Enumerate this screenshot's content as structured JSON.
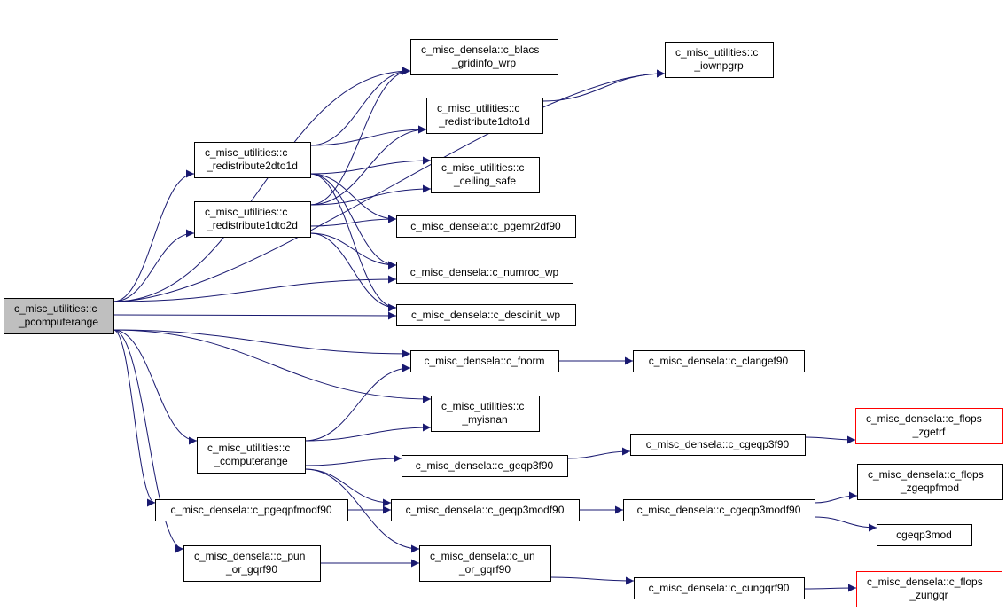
{
  "colors": {
    "edge": "#191970",
    "root_fill": "#bfbfbf",
    "node_fill": "#ffffff",
    "border": "#000000",
    "truncated_border": "#ff0000"
  },
  "nodes": {
    "root": [
      "c_misc_utilities::c",
      "_pcomputerange"
    ],
    "redistribute2dto1d": [
      "c_misc_utilities::c",
      "_redistribute2dto1d"
    ],
    "redistribute1dto2d": [
      "c_misc_utilities::c",
      "_redistribute1dto2d"
    ],
    "computerange": [
      "c_misc_utilities::c",
      "_computerange"
    ],
    "pgeqpfmodf90": [
      "c_misc_densela::c_pgeqpfmodf90"
    ],
    "pun_or_gqrf90": [
      "c_misc_densela::c_pun",
      "_or_gqrf90"
    ],
    "blacs_gridinfo_wrp": [
      "c_misc_densela::c_blacs",
      "_gridinfo_wrp"
    ],
    "redistribute1dto1d": [
      "c_misc_utilities::c",
      "_redistribute1dto1d"
    ],
    "ceiling_safe": [
      "c_misc_utilities::c",
      "_ceiling_safe"
    ],
    "pgemr2df90": [
      "c_misc_densela::c_pgemr2df90"
    ],
    "numroc_wp": [
      "c_misc_densela::c_numroc_wp"
    ],
    "descinit_wp": [
      "c_misc_densela::c_descinit_wp"
    ],
    "fnorm": [
      "c_misc_densela::c_fnorm"
    ],
    "myisnan": [
      "c_misc_utilities::c",
      "_myisnan"
    ],
    "geqp3f90": [
      "c_misc_densela::c_geqp3f90"
    ],
    "geqp3modf90": [
      "c_misc_densela::c_geqp3modf90"
    ],
    "un_or_gqrf90": [
      "c_misc_densela::c_un",
      "_or_gqrf90"
    ],
    "iownpgrp": [
      "c_misc_utilities::c",
      "_iownpgrp"
    ],
    "clangef90": [
      "c_misc_densela::c_clangef90"
    ],
    "cgeqp3f90": [
      "c_misc_densela::c_cgeqp3f90"
    ],
    "cgeqp3modf90": [
      "c_misc_densela::c_cgeqp3modf90"
    ],
    "cungqrf90": [
      "c_misc_densela::c_cungqrf90"
    ],
    "flops_zgetrf": [
      "c_misc_densela::c_flops",
      "_zgetrf"
    ],
    "flops_zgeqpfmod": [
      "c_misc_densela::c_flops",
      "_zgeqpfmod"
    ],
    "cgeqp3mod": [
      "cgeqp3mod"
    ],
    "flops_zungqr": [
      "c_misc_densela::c_flops",
      "_zungqr"
    ]
  },
  "edges": [
    [
      "root",
      "iownpgrp"
    ],
    [
      "root",
      "blacs_gridinfo_wrp"
    ],
    [
      "root",
      "redistribute2dto1d"
    ],
    [
      "root",
      "redistribute1dto2d"
    ],
    [
      "root",
      "numroc_wp"
    ],
    [
      "root",
      "descinit_wp"
    ],
    [
      "root",
      "fnorm"
    ],
    [
      "root",
      "myisnan"
    ],
    [
      "root",
      "computerange"
    ],
    [
      "root",
      "pgeqpfmodf90"
    ],
    [
      "root",
      "pun_or_gqrf90"
    ],
    [
      "redistribute2dto1d",
      "blacs_gridinfo_wrp"
    ],
    [
      "redistribute2dto1d",
      "redistribute1dto1d"
    ],
    [
      "redistribute2dto1d",
      "ceiling_safe"
    ],
    [
      "redistribute2dto1d",
      "pgemr2df90"
    ],
    [
      "redistribute2dto1d",
      "numroc_wp"
    ],
    [
      "redistribute2dto1d",
      "descinit_wp"
    ],
    [
      "redistribute1dto2d",
      "blacs_gridinfo_wrp"
    ],
    [
      "redistribute1dto2d",
      "redistribute1dto1d"
    ],
    [
      "redistribute1dto2d",
      "ceiling_safe"
    ],
    [
      "redistribute1dto2d",
      "pgemr2df90"
    ],
    [
      "redistribute1dto2d",
      "numroc_wp"
    ],
    [
      "redistribute1dto2d",
      "descinit_wp"
    ],
    [
      "redistribute1dto1d",
      "iownpgrp"
    ],
    [
      "computerange",
      "fnorm"
    ],
    [
      "computerange",
      "myisnan"
    ],
    [
      "computerange",
      "geqp3f90"
    ],
    [
      "computerange",
      "geqp3modf90"
    ],
    [
      "computerange",
      "un_or_gqrf90"
    ],
    [
      "pgeqpfmodf90",
      "geqp3modf90"
    ],
    [
      "pun_or_gqrf90",
      "un_or_gqrf90"
    ],
    [
      "fnorm",
      "clangef90"
    ],
    [
      "geqp3f90",
      "cgeqp3f90"
    ],
    [
      "cgeqp3f90",
      "flops_zgetrf"
    ],
    [
      "geqp3modf90",
      "cgeqp3modf90"
    ],
    [
      "cgeqp3modf90",
      "flops_zgeqpfmod"
    ],
    [
      "cgeqp3modf90",
      "cgeqp3mod"
    ],
    [
      "un_or_gqrf90",
      "cungqrf90"
    ],
    [
      "cungqrf90",
      "flops_zungqr"
    ]
  ]
}
